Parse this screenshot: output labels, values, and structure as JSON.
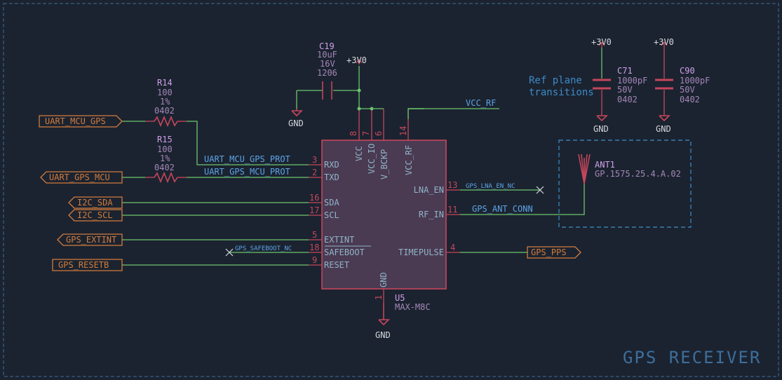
{
  "title": "GPS RECEIVER",
  "note_lines": [
    "Ref plane",
    "transitions"
  ],
  "ic": {
    "ref": "U5",
    "value": "MAX-M8C",
    "pins": {
      "vcc": {
        "num": "8",
        "name": "VCC"
      },
      "vcc_io": {
        "num": "7",
        "name": "VCC_IO"
      },
      "v_bckp": {
        "num": "6",
        "name": "V_BCKP"
      },
      "vcc_rf": {
        "num": "14",
        "name": "VCC_RF"
      },
      "rxd": {
        "num": "3",
        "name": "RXD"
      },
      "txd": {
        "num": "2",
        "name": "TXD"
      },
      "sda": {
        "num": "16",
        "name": "SDA"
      },
      "scl": {
        "num": "17",
        "name": "SCL"
      },
      "extint": {
        "num": "5",
        "name": "EXTINT"
      },
      "safeboot": {
        "num": "18",
        "name": "SAFEBOOT"
      },
      "reset": {
        "num": "9",
        "name": "RESET"
      },
      "lna_en": {
        "num": "13",
        "name": "LNA_EN"
      },
      "rf_in": {
        "num": "11",
        "name": "RF_IN"
      },
      "timepulse": {
        "num": "4",
        "name": "TIMEPULSE"
      },
      "gnd": {
        "num": "1",
        "name": "GND"
      }
    }
  },
  "r14": {
    "ref": "R14",
    "value": "100",
    "tol": "1%",
    "pkg": "0402"
  },
  "r15": {
    "ref": "R15",
    "value": "100",
    "tol": "1%",
    "pkg": "0402"
  },
  "c19": {
    "ref": "C19",
    "value": "10uF",
    "volt": "16V",
    "pkg": "1206"
  },
  "c71": {
    "ref": "C71",
    "value": "1000pF",
    "volt": "50V",
    "pkg": "0402"
  },
  "c90": {
    "ref": "C90",
    "value": "1000pF",
    "volt": "50V",
    "pkg": "0402"
  },
  "ant": {
    "ref": "ANT1",
    "value": "GP.1575.25.4.A.02"
  },
  "power": {
    "v3": "+3V0",
    "gnd": "GND"
  },
  "nets": {
    "vcc_rf": "VCC_RF",
    "uart_mcu_gps_prot": "UART_MCU_GPS_PROT",
    "uart_gps_mcu_prot": "UART_GPS_MCU_PROT",
    "gps_lna_en_nc": "GPS_LNA_EN_NC",
    "gps_ant_conn": "GPS_ANT_CONN",
    "gps_safeboot_nc": "GPS_SAFEBOOT_NC"
  },
  "global_labels": {
    "uart_mcu_gps": "UART_MCU_GPS",
    "uart_gps_mcu": "UART_GPS_MCU",
    "i2c_sda": "I2C_SDA",
    "i2c_scl": "I2C_SCL",
    "gps_extint": "GPS_EXTINT",
    "gps_resetb": "GPS_RESETB",
    "gps_pps": "GPS_PPS"
  },
  "colors": {
    "background": "#1b2330",
    "wire": "#6cc56c",
    "component": "#c6465c",
    "ic_body": "#4a3a52",
    "label": "#d27c3c",
    "net_text": "#5da4e6"
  }
}
